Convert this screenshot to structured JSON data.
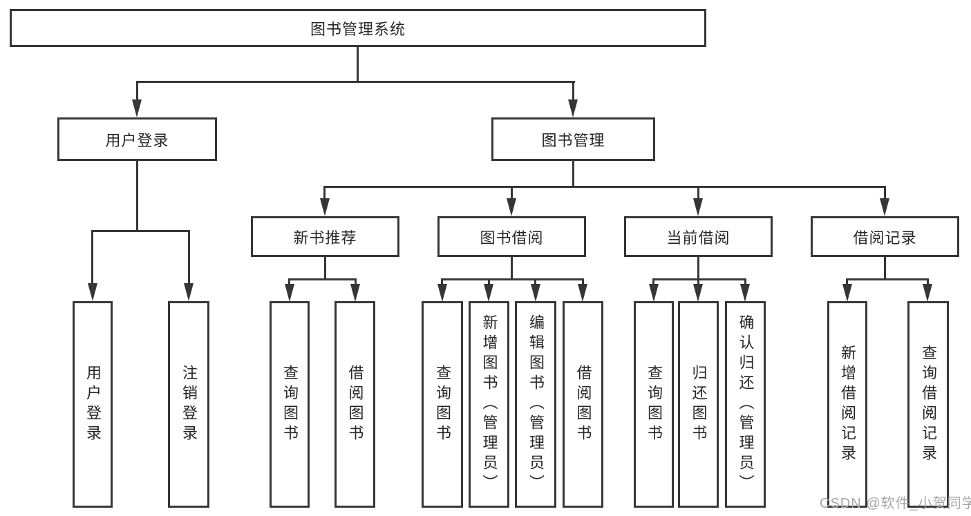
{
  "watermark": {
    "text": "CSDN @软件_小贺同学"
  },
  "colors": {
    "line": "#363636",
    "box_border": "#363636",
    "box_background": "#ffffff",
    "text": "#262626",
    "watermark": "#a6a6a6",
    "page_background": "#ffffff"
  },
  "tree": {
    "root": {
      "label": "图书管理系统"
    },
    "children": [
      {
        "label": "用户登录",
        "children": [
          {
            "label": "用户登录"
          },
          {
            "label": "注销登录"
          }
        ]
      },
      {
        "label": "图书管理",
        "children": [
          {
            "label": "新书推荐",
            "children": [
              {
                "label": "查询图书"
              },
              {
                "label": "借阅图书"
              }
            ]
          },
          {
            "label": "图书借阅",
            "children": [
              {
                "label": "查询图书"
              },
              {
                "label": "新增图书（管理员）"
              },
              {
                "label": "编辑图书（管理员）"
              },
              {
                "label": "借阅图书"
              }
            ]
          },
          {
            "label": "当前借阅",
            "children": [
              {
                "label": "查询图书"
              },
              {
                "label": "归还图书"
              },
              {
                "label": "确认归还（管理员）"
              }
            ]
          },
          {
            "label": "借阅记录",
            "children": [
              {
                "label": "新增借阅记录"
              },
              {
                "label": "查询借阅记录"
              }
            ]
          }
        ]
      }
    ]
  }
}
